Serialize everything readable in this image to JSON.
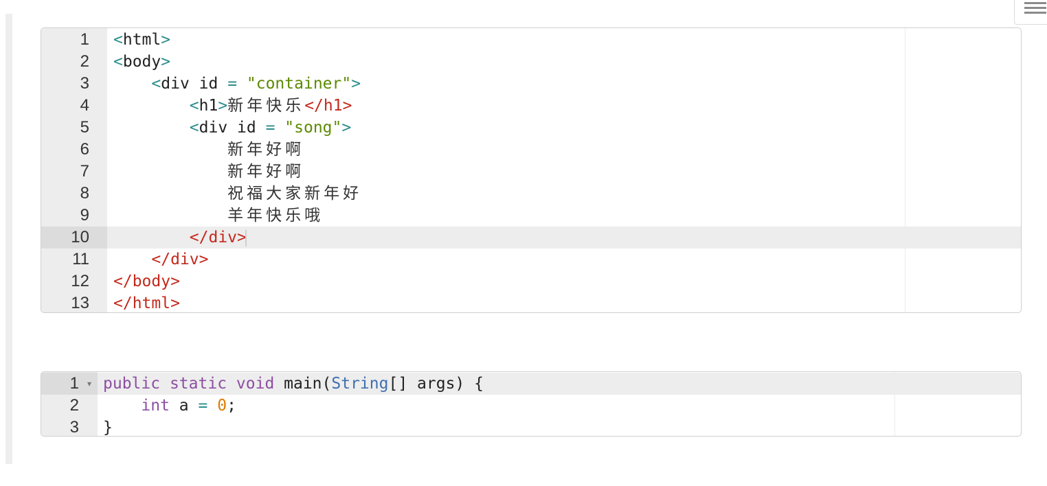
{
  "editor1": {
    "active_line": 10,
    "lines": [
      {
        "n": "1",
        "indent": "",
        "open": "<",
        "name": "html",
        "close": ">"
      },
      {
        "n": "2",
        "indent": "",
        "open": "<",
        "name": "body",
        "close": ">"
      },
      {
        "n": "3",
        "indent": "    ",
        "open": "<",
        "name": "div",
        "attr": " id ",
        "eq": "=",
        "val": " \"container\"",
        "close": ">"
      },
      {
        "n": "4",
        "indent": "        ",
        "open": "<",
        "name": "h1",
        "close": ">",
        "text": "新年快乐",
        "end_open": "</",
        "end_name": "h1",
        "end_close": ">"
      },
      {
        "n": "5",
        "indent": "        ",
        "open": "<",
        "name": "div",
        "attr": " id ",
        "eq": "=",
        "val": " \"song\"",
        "close": ">"
      },
      {
        "n": "6",
        "indent": "            ",
        "text": "新年好啊"
      },
      {
        "n": "7",
        "indent": "            ",
        "text": "新年好啊"
      },
      {
        "n": "8",
        "indent": "            ",
        "text": "祝福大家新年好"
      },
      {
        "n": "9",
        "indent": "            ",
        "text": "羊年快乐哦"
      },
      {
        "n": "10",
        "indent": "        ",
        "end_open": "</",
        "end_name": "div",
        "end_close": ">"
      },
      {
        "n": "11",
        "indent": "    ",
        "end_open": "</",
        "end_name": "div",
        "end_close": ">"
      },
      {
        "n": "12",
        "indent": "",
        "end_open": "</",
        "end_name": "body",
        "end_close": ">"
      },
      {
        "n": "13",
        "indent": "",
        "end_open": "</",
        "end_name": "html",
        "end_close": ">"
      }
    ]
  },
  "editor2": {
    "active_line": 1,
    "fold_icon": "fold-arrow-icon",
    "lines": [
      {
        "n": "1",
        "tokens": [
          {
            "t": "public",
            "c": "kw"
          },
          {
            "t": " "
          },
          {
            "t": "static",
            "c": "kw"
          },
          {
            "t": " "
          },
          {
            "t": "void",
            "c": "kw"
          },
          {
            "t": " main("
          },
          {
            "t": "String",
            "c": "type"
          },
          {
            "t": "[] args) {"
          }
        ]
      },
      {
        "n": "2",
        "tokens": [
          {
            "t": "    "
          },
          {
            "t": "int",
            "c": "kw"
          },
          {
            "t": " a "
          },
          {
            "t": "=",
            "c": "op"
          },
          {
            "t": " "
          },
          {
            "t": "0",
            "c": "num"
          },
          {
            "t": ";"
          }
        ]
      },
      {
        "n": "3",
        "tokens": [
          {
            "t": "}"
          }
        ]
      }
    ]
  },
  "menu": {
    "icon": "hamburger-menu-icon"
  }
}
